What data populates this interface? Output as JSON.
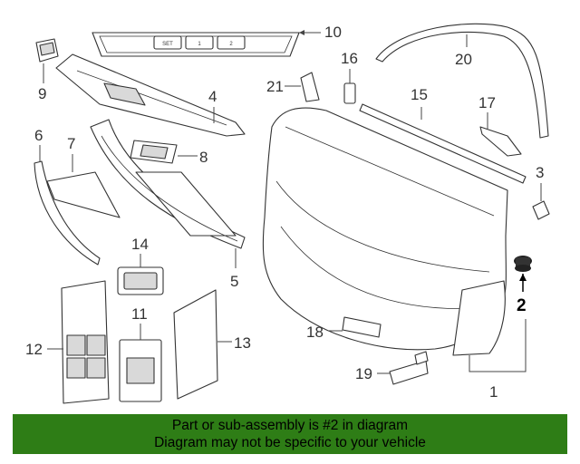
{
  "callouts": {
    "c1": "1",
    "c2": "2",
    "c3": "3",
    "c4": "4",
    "c5": "5",
    "c6": "6",
    "c7": "7",
    "c8": "8",
    "c9": "9",
    "c10": "10",
    "c11": "11",
    "c12": "12",
    "c13": "13",
    "c14": "14",
    "c15": "15",
    "c16": "16",
    "c17": "17",
    "c18": "18",
    "c19": "19",
    "c20": "20",
    "c21": "21"
  },
  "switch_labels": {
    "set": "SET",
    "memory_1": "1",
    "memory_2": "2"
  },
  "highlighted_part": "2",
  "banner": {
    "line1": "Part or sub-assembly is #2 in diagram",
    "line2": "Diagram may not be specific to your vehicle",
    "color": "#2e7d16"
  }
}
